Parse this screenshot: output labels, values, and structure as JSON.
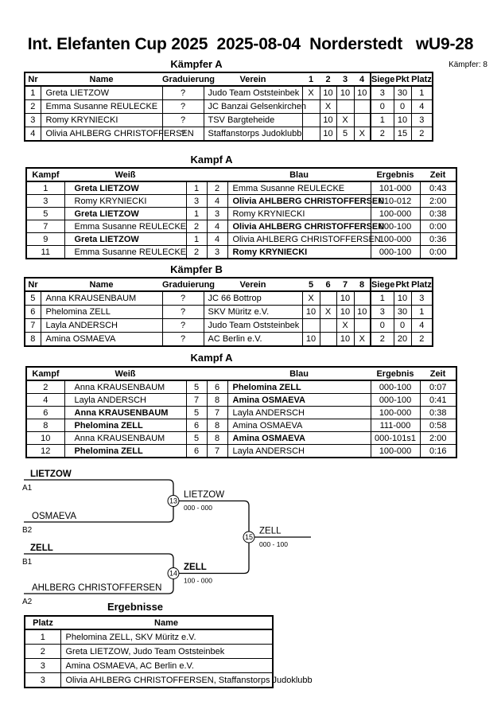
{
  "header": {
    "title": "Int. Elefanten Cup 2025  2025-08-04  Norderstedt   wU9-28",
    "fighters_label": "Kämpfer: 8"
  },
  "pool_a": {
    "title": "Kämpfer A",
    "headers": [
      "Nr",
      "Name",
      "Graduierung",
      "Verein",
      "1",
      "2",
      "3",
      "4",
      "Siege",
      "Pkt",
      "Platz"
    ],
    "rows": [
      [
        "1",
        "Greta LIETZOW",
        "?",
        "Judo Team Oststeinbek",
        "X",
        "10",
        "10",
        "10",
        "3",
        "30",
        "1"
      ],
      [
        "2",
        "Emma Susanne REULECKE",
        "?",
        "JC Banzai Gelsenkirchen",
        "",
        "X",
        "",
        "",
        "0",
        "0",
        "4"
      ],
      [
        "3",
        "Romy KRYNIECKI",
        "?",
        "TSV Bargteheide",
        "",
        "10",
        "X",
        "",
        "1",
        "10",
        "3"
      ],
      [
        "4",
        "Olivia AHLBERG CHRISTOFFERSEN",
        "?",
        "Staffanstorps Judoklubb",
        "",
        "10",
        "5",
        "X",
        "2",
        "15",
        "2"
      ]
    ]
  },
  "matches_a1": {
    "title": "Kampf A",
    "headers": [
      "Kampf",
      "Weiß",
      "",
      "",
      "Blau",
      "Ergebnis",
      "Zeit"
    ],
    "rows": [
      [
        "1",
        {
          "t": "Greta LIETZOW",
          "b": 1
        },
        "1",
        "2",
        "Emma Susanne REULECKE",
        "101-000",
        "0:43"
      ],
      [
        "3",
        "Romy KRYNIECKI",
        "3",
        "4",
        {
          "t": "Olivia AHLBERG CHRISTOFFERSEN",
          "b": 1
        },
        "010-012",
        "2:00"
      ],
      [
        "5",
        {
          "t": "Greta LIETZOW",
          "b": 1
        },
        "1",
        "3",
        "Romy KRYNIECKI",
        "100-000",
        "0:38"
      ],
      [
        "7",
        "Emma Susanne REULECKE",
        "2",
        "4",
        {
          "t": "Olivia AHLBERG CHRISTOFFERSEN",
          "b": 1
        },
        "000-100",
        "0:00"
      ],
      [
        "9",
        {
          "t": "Greta LIETZOW",
          "b": 1
        },
        "1",
        "4",
        "Olivia AHLBERG CHRISTOFFERSEN",
        "100-000",
        "0:36"
      ],
      [
        "11",
        "Emma Susanne REULECKE",
        "2",
        "3",
        {
          "t": "Romy KRYNIECKI",
          "b": 1
        },
        "000-100",
        "0:00"
      ]
    ]
  },
  "pool_b": {
    "title": "Kämpfer B",
    "headers": [
      "Nr",
      "Name",
      "Graduierung",
      "Verein",
      "5",
      "6",
      "7",
      "8",
      "Siege",
      "Pkt",
      "Platz"
    ],
    "rows": [
      [
        "5",
        "Anna KRAUSENBAUM",
        "?",
        "JC 66 Bottrop",
        "X",
        "",
        "10",
        "",
        "1",
        "10",
        "3"
      ],
      [
        "6",
        "Phelomina ZELL",
        "?",
        "SKV Müritz e.V.",
        "10",
        "X",
        "10",
        "10",
        "3",
        "30",
        "1"
      ],
      [
        "7",
        "Layla ANDERSCH",
        "?",
        "Judo Team Oststeinbek",
        "",
        "",
        "X",
        "",
        "0",
        "0",
        "4"
      ],
      [
        "8",
        "Amina OSMAEVA",
        "?",
        "AC Berlin e.V.",
        "10",
        "",
        "10",
        "X",
        "2",
        "20",
        "2"
      ]
    ]
  },
  "matches_a2": {
    "title": "Kampf A",
    "headers": [
      "Kampf",
      "Weiß",
      "",
      "",
      "Blau",
      "Ergebnis",
      "Zeit"
    ],
    "rows": [
      [
        "2",
        "Anna KRAUSENBAUM",
        "5",
        "6",
        {
          "t": "Phelomina ZELL",
          "b": 1
        },
        "000-100",
        "0:07"
      ],
      [
        "4",
        "Layla ANDERSCH",
        "7",
        "8",
        {
          "t": "Amina OSMAEVA",
          "b": 1
        },
        "000-100",
        "0:41"
      ],
      [
        "6",
        {
          "t": "Anna KRAUSENBAUM",
          "b": 1
        },
        "5",
        "7",
        "Layla ANDERSCH",
        "100-000",
        "0:38"
      ],
      [
        "8",
        {
          "t": "Phelomina ZELL",
          "b": 1
        },
        "6",
        "8",
        "Amina OSMAEVA",
        "111-000",
        "0:58"
      ],
      [
        "10",
        "Anna KRAUSENBAUM",
        "5",
        "8",
        {
          "t": "Amina OSMAEVA",
          "b": 1
        },
        "000-101s1",
        "2:00"
      ],
      [
        "12",
        {
          "t": "Phelomina ZELL",
          "b": 1
        },
        "6",
        "7",
        "Layla ANDERSCH",
        "100-000",
        "0:16"
      ]
    ]
  },
  "bracket": {
    "slots": [
      {
        "name": "LIETZOW",
        "seed": "A1",
        "bold": true
      },
      {
        "name": "OSMAEVA",
        "seed": "B2",
        "bold": false
      },
      {
        "name": "ZELL",
        "seed": "B1",
        "bold": true
      },
      {
        "name": "AHLBERG CHRISTOFFERSEN",
        "seed": "A2",
        "bold": false
      }
    ],
    "matches": [
      {
        "number": "13",
        "winner": "LIETZOW",
        "score": "000 - 000",
        "bold": false
      },
      {
        "number": "14",
        "winner": "ZELL",
        "score": "100 - 000",
        "bold": true
      },
      {
        "number": "15",
        "winner": "ZELL",
        "score": "000 - 100",
        "bold": false
      }
    ]
  },
  "results": {
    "title": "Ergebnisse",
    "headers": [
      "Platz",
      "Name"
    ],
    "rows": [
      [
        "1",
        "Phelomina ZELL, SKV Müritz e.V."
      ],
      [
        "2",
        "Greta LIETZOW, Judo Team Oststeinbek"
      ],
      [
        "3",
        "Amina OSMAEVA, AC Berlin e.V."
      ],
      [
        "3",
        "Olivia AHLBERG CHRISTOFFERSEN, Staffanstorps Judoklubb"
      ]
    ]
  }
}
